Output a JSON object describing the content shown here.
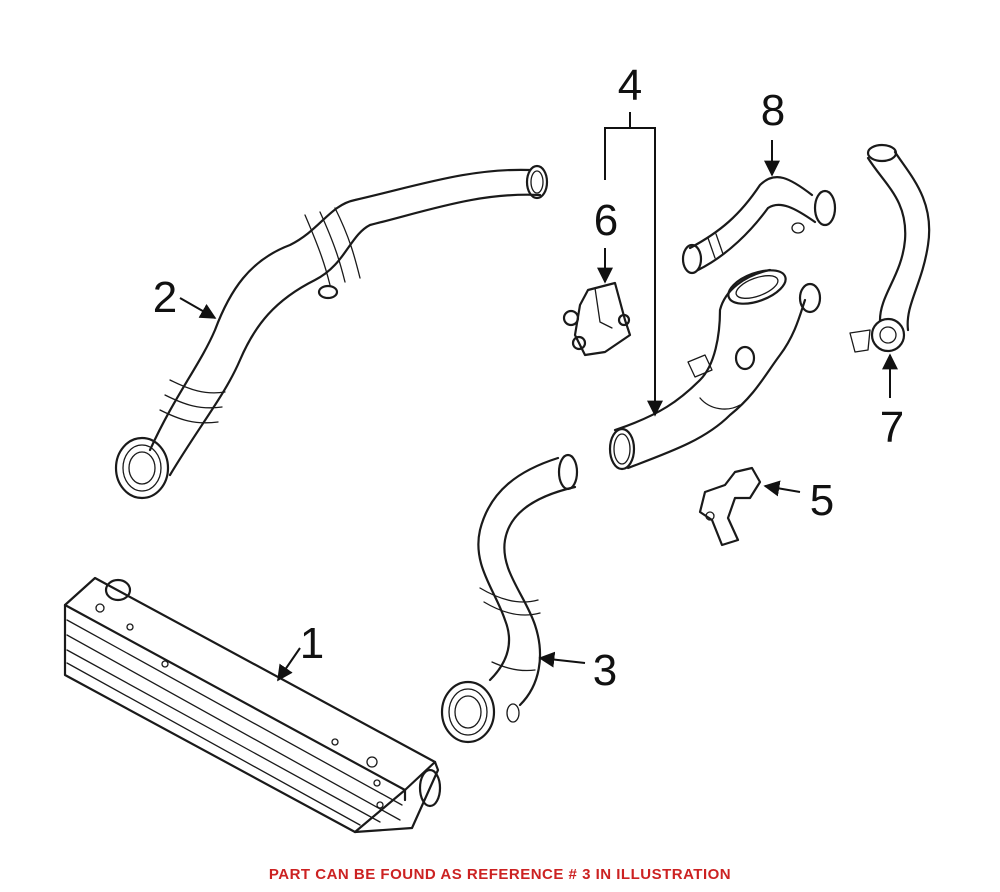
{
  "callouts": {
    "c1": "1",
    "c2": "2",
    "c3": "3",
    "c4": "4",
    "c5": "5",
    "c6": "6",
    "c7": "7",
    "c8": "8"
  },
  "footer": {
    "note": "PART CAN BE FOUND AS REFERENCE # 3 IN ILLUSTRATION",
    "color": "#cc2222"
  }
}
